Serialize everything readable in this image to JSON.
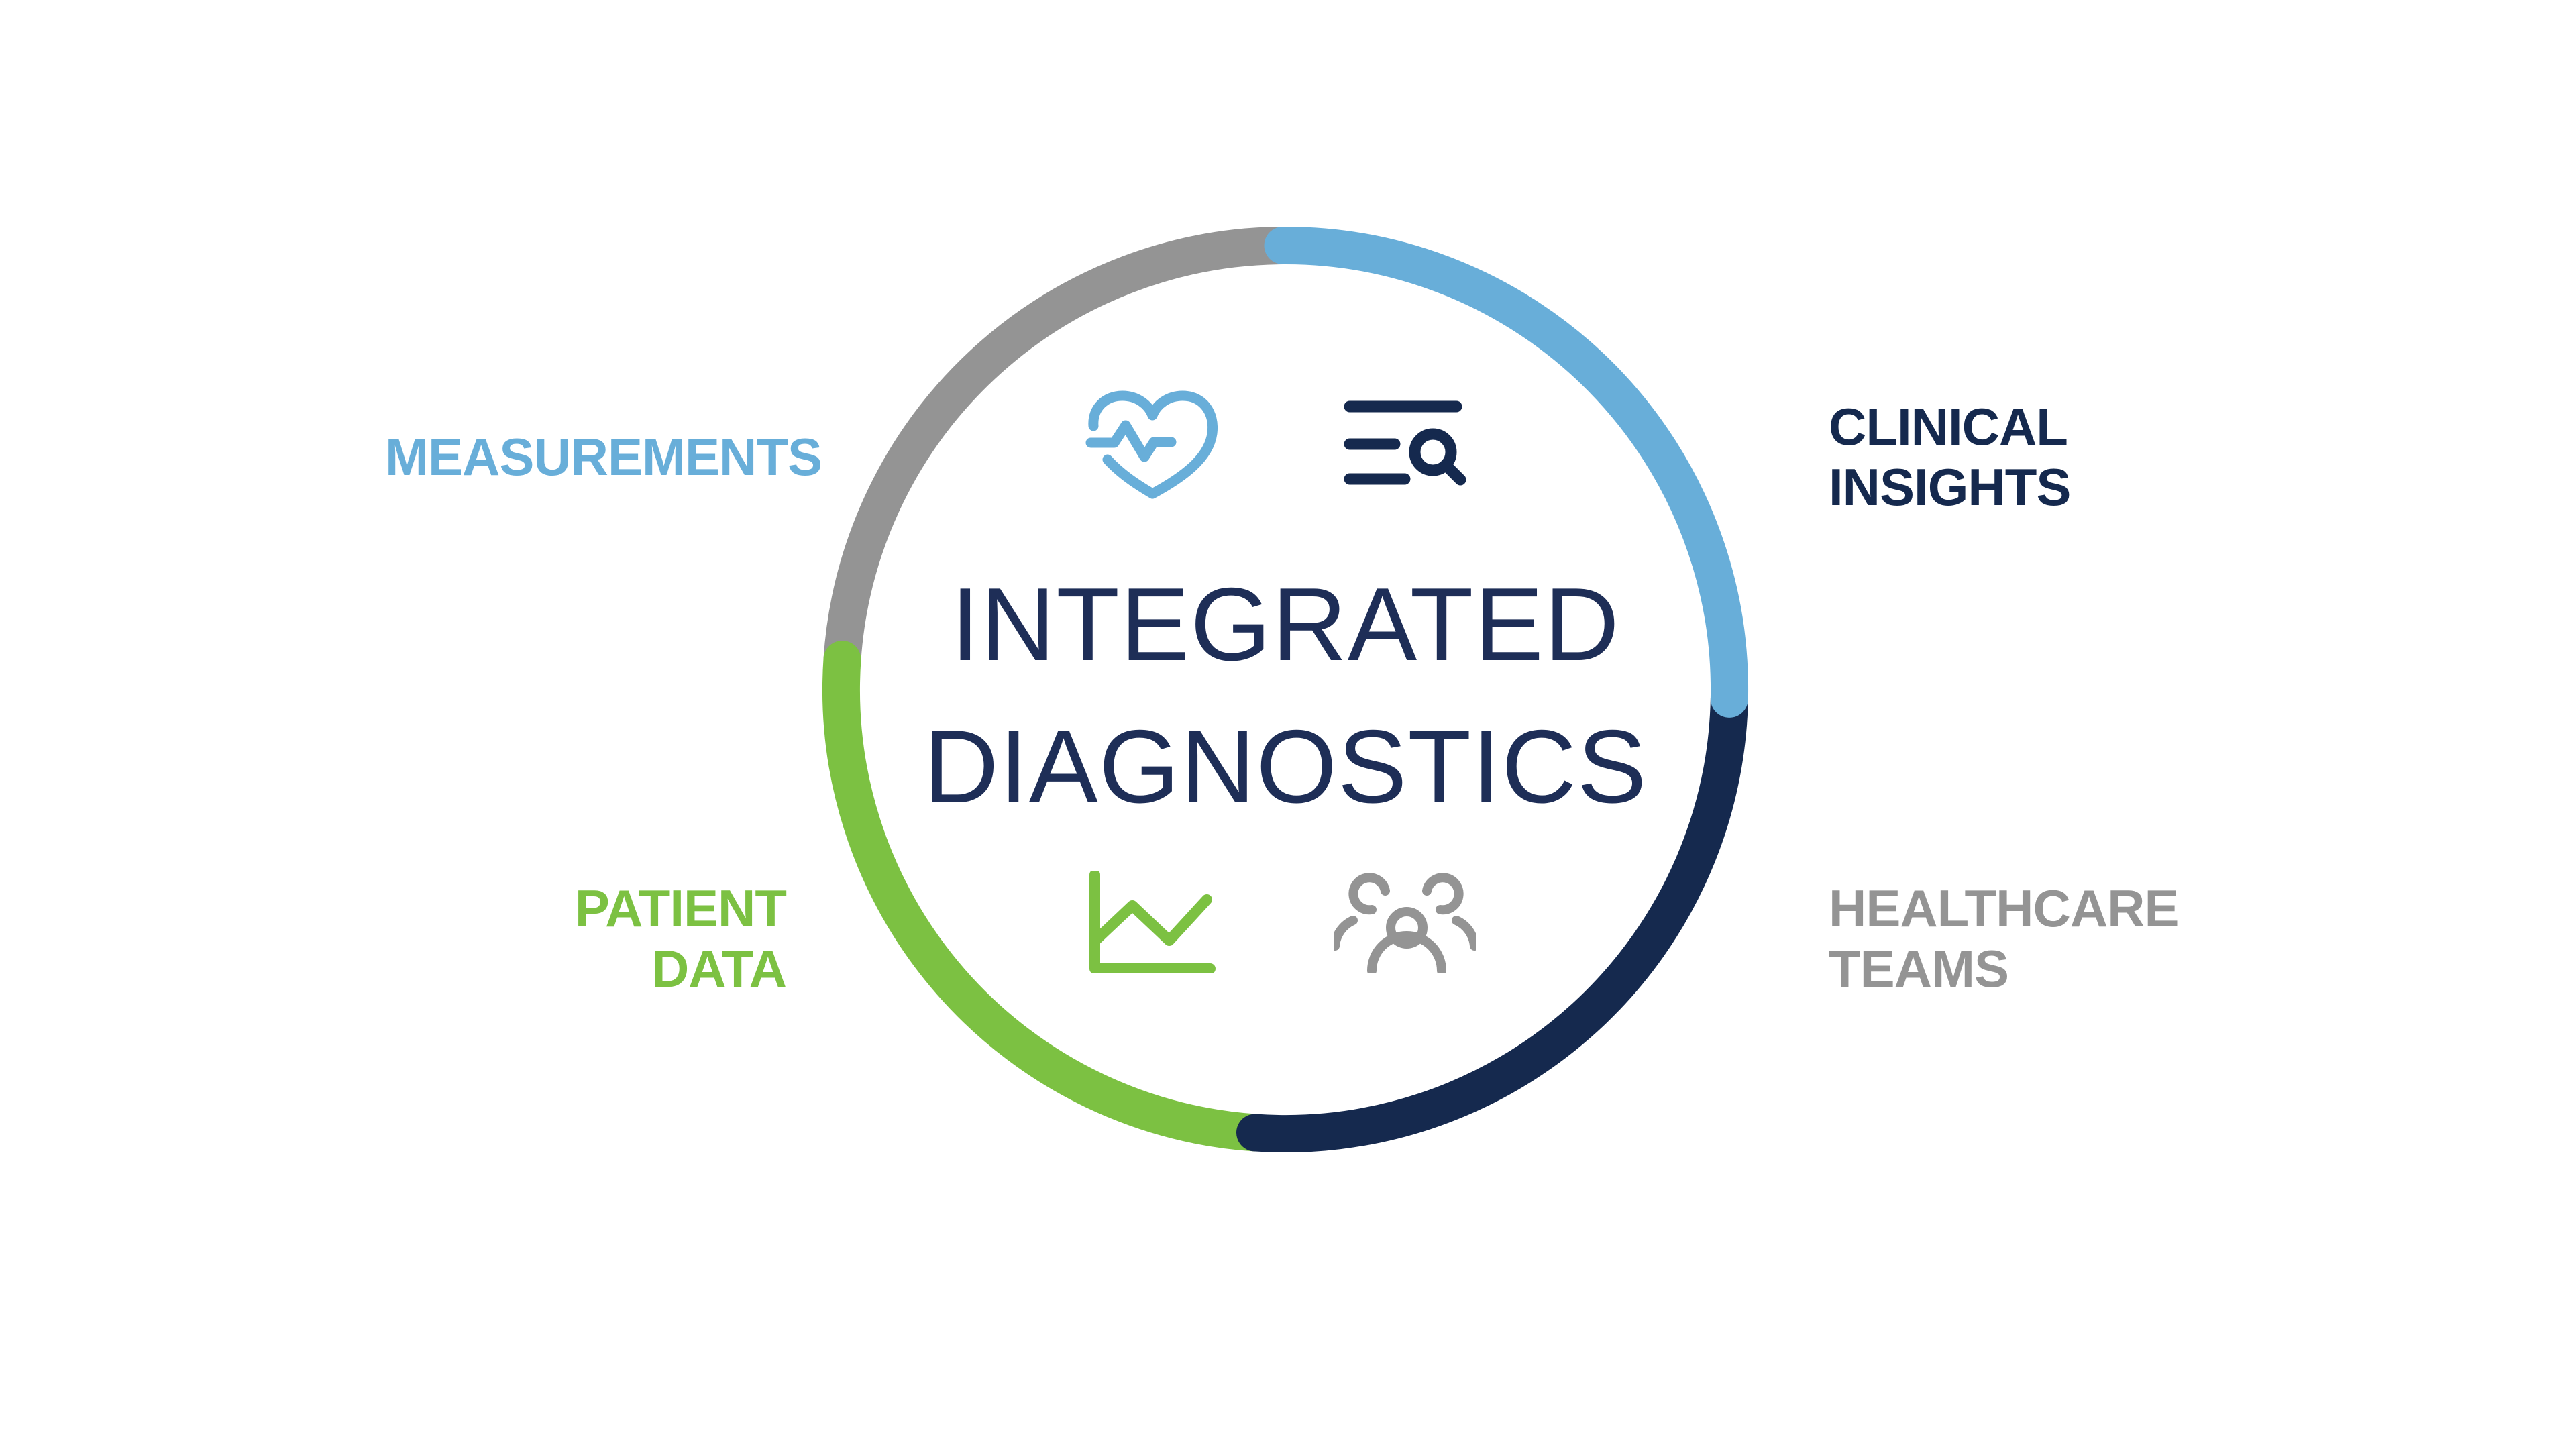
{
  "diagram": {
    "center_title": {
      "line1": "INTEGRATED",
      "line2": "DIAGNOSTICS"
    },
    "labels": {
      "measurements": {
        "line1": "MEASUREMENTS"
      },
      "clinical_insights": {
        "line1": "CLINICAL",
        "line2": "INSIGHTS"
      },
      "patient_data": {
        "line1": "PATIENT",
        "line2": "DATA"
      },
      "healthcare_teams": {
        "line1": "HEALTHCARE",
        "line2": "TEAMS"
      }
    },
    "ring_segments": [
      {
        "name": "measurements",
        "color_key": "blue",
        "position": "top-right"
      },
      {
        "name": "clinical-insights",
        "color_key": "navy",
        "position": "bottom-right"
      },
      {
        "name": "patient-data",
        "color_key": "green",
        "position": "bottom-left"
      },
      {
        "name": "healthcare-teams",
        "color_key": "gray",
        "position": "top-left"
      }
    ],
    "icons": {
      "measurements": "heart-pulse-icon",
      "clinical_insights": "list-search-icon",
      "patient_data": "line-chart-icon",
      "healthcare_teams": "people-group-icon"
    }
  },
  "colors": {
    "blue": "#68AED9",
    "navy": "#15294E",
    "green": "#7CC142",
    "gray": "#949494",
    "title": "#1E2E57"
  }
}
